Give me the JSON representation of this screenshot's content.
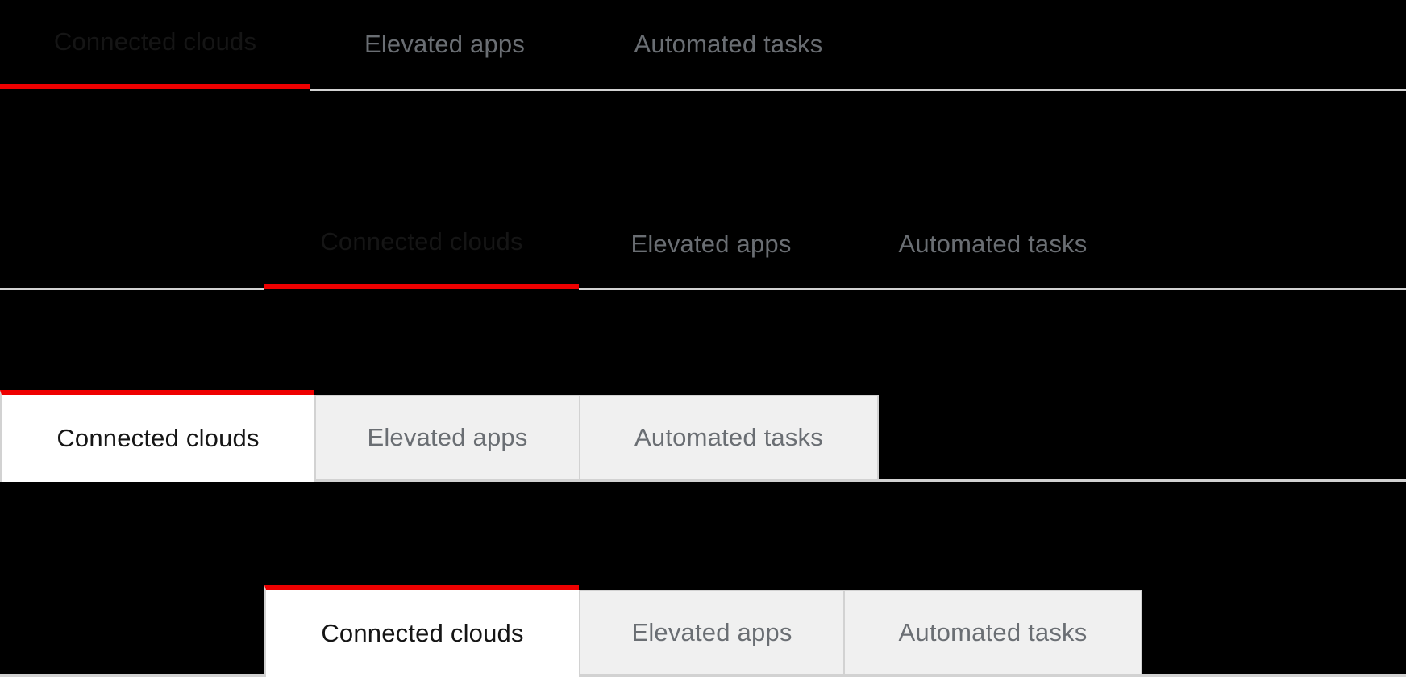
{
  "rows": [
    {
      "id": "line-tabs",
      "variant": "line",
      "tabs": [
        {
          "label": "Connected clouds",
          "active": true
        },
        {
          "label": "Elevated apps",
          "active": false
        },
        {
          "label": "Automated tasks",
          "active": false
        }
      ]
    },
    {
      "id": "line-tabs-inset",
      "variant": "line-inset",
      "tabs": [
        {
          "label": "Connected clouds",
          "active": true
        },
        {
          "label": "Elevated apps",
          "active": false
        },
        {
          "label": "Automated tasks",
          "active": false
        }
      ]
    },
    {
      "id": "box-tabs",
      "variant": "box",
      "tabs": [
        {
          "label": "Connected clouds",
          "active": true
        },
        {
          "label": "Elevated apps",
          "active": false
        },
        {
          "label": "Automated tasks",
          "active": false
        }
      ]
    },
    {
      "id": "box-tabs-inset",
      "variant": "box-inset",
      "tabs": [
        {
          "label": "Connected clouds",
          "active": true
        },
        {
          "label": "Elevated apps",
          "active": false
        },
        {
          "label": "Automated tasks",
          "active": false
        }
      ]
    }
  ],
  "colors": {
    "accent_red": "#ee0000",
    "border": "#d2d2d2",
    "inactive_bg": "#f0f0f0",
    "active_bg": "#ffffff",
    "active_text": "#151515",
    "inactive_text": "#6a6e73",
    "background": "#000000"
  }
}
